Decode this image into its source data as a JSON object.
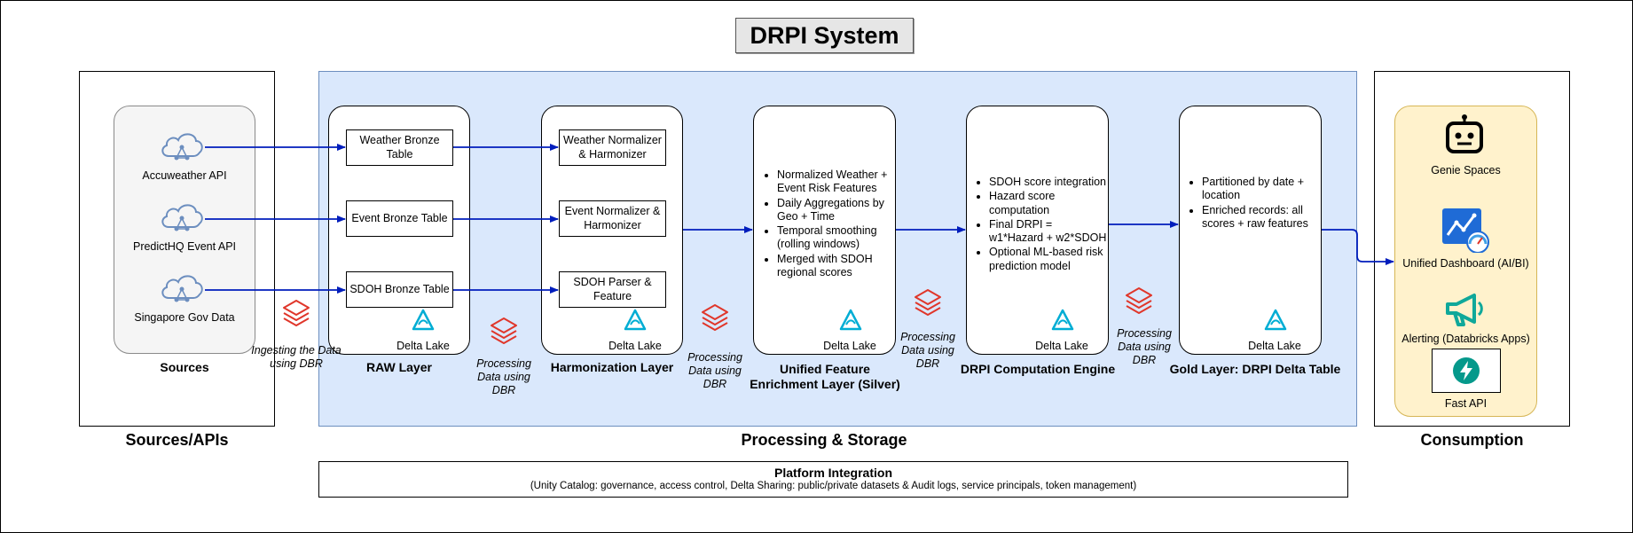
{
  "title": "DRPI System",
  "sections": {
    "sources": "Sources/APIs",
    "processing": "Processing & Storage",
    "consumption": "Consumption"
  },
  "sources": {
    "caption": "Sources",
    "items": [
      "Accuweather API",
      "PredictHQ Event API",
      "Singapore Gov Data"
    ]
  },
  "raw_layer": {
    "caption": "RAW Layer",
    "tables": [
      "Weather Bronze Table",
      "Event Bronze Table",
      "SDOH Bronze Table"
    ],
    "delta": "Delta Lake"
  },
  "harmonization_layer": {
    "caption": "Harmonization Layer",
    "items": [
      "Weather Normalizer & Harmonizer",
      "Event Normalizer & Harmonizer",
      "SDOH Parser & Feature"
    ],
    "delta": "Delta Lake"
  },
  "silver_layer": {
    "caption": "Unified Feature Enrichment Layer (Silver)",
    "bullets": [
      "Normalized Weather + Event Risk Features",
      "Daily Aggregations by Geo + Time",
      "Temporal smoothing (rolling windows)",
      "Merged with SDOH regional scores"
    ],
    "delta": "Delta Lake"
  },
  "engine_layer": {
    "caption": "DRPI Computation Engine",
    "bullets": [
      "SDOH score integration",
      "Hazard score computation",
      "Final DRPI = w1*Hazard + w2*SDOH",
      "Optional ML-based risk prediction model"
    ],
    "delta": "Delta Lake"
  },
  "gold_layer": {
    "caption": "Gold Layer: DRPI Delta Table",
    "bullets": [
      "Partitioned by date + location",
      "Enriched records: all scores + raw features"
    ],
    "delta": "Delta Lake"
  },
  "dbr_labels": {
    "ingest": "Ingesting the Data using DBR",
    "process1": "Processing Data using DBR",
    "process2": "Processing Data using DBR",
    "process3": "Processing Data using DBR",
    "process4": "Processing Data using DBR"
  },
  "consumption": {
    "items": [
      "Genie Spaces",
      "Unified Dashboard (AI/BI)",
      "Alerting (Databricks Apps)",
      "Fast API"
    ]
  },
  "platform": {
    "title": "Platform Integration",
    "subtitle": "(Unity Catalog: governance, access control, Delta Sharing: public/private datasets & Audit logs, service principals, token management)"
  },
  "colors": {
    "processing_bg": "#dae8fc",
    "sources_bg": "#f5f5f5",
    "consumption_bg": "#fff2cc",
    "arrow": "#001dbc",
    "databricks_red": "#e0362a",
    "delta_teal": "#00add4",
    "fastapi_green": "#05998b"
  }
}
